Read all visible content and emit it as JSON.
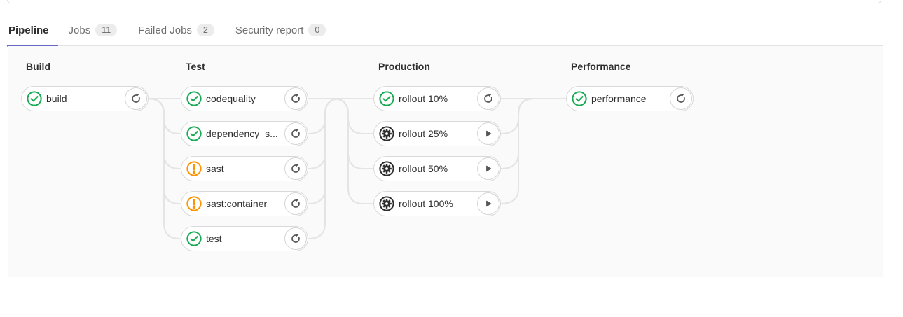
{
  "tabs": {
    "items": [
      {
        "label": "Pipeline",
        "badge": null,
        "active": true
      },
      {
        "label": "Jobs",
        "badge": "11",
        "active": false
      },
      {
        "label": "Failed Jobs",
        "badge": "2",
        "active": false
      },
      {
        "label": "Security report",
        "badge": "0",
        "active": false
      }
    ]
  },
  "pipeline": {
    "stages": [
      {
        "title": "Build",
        "jobs": [
          {
            "name": "build",
            "status": "success",
            "action": "retry"
          }
        ]
      },
      {
        "title": "Test",
        "jobs": [
          {
            "name": "codequality",
            "status": "success",
            "action": "retry"
          },
          {
            "name": "dependency_s...",
            "status": "success",
            "action": "retry"
          },
          {
            "name": "sast",
            "status": "warning",
            "action": "retry"
          },
          {
            "name": "sast:container",
            "status": "warning",
            "action": "retry"
          },
          {
            "name": "test",
            "status": "success",
            "action": "retry"
          }
        ]
      },
      {
        "title": "Production",
        "jobs": [
          {
            "name": "rollout 10%",
            "status": "success",
            "action": "retry"
          },
          {
            "name": "rollout 25%",
            "status": "manual",
            "action": "play"
          },
          {
            "name": "rollout 50%",
            "status": "manual",
            "action": "play"
          },
          {
            "name": "rollout 100%",
            "status": "manual",
            "action": "play"
          }
        ]
      },
      {
        "title": "Performance",
        "jobs": [
          {
            "name": "performance",
            "status": "success",
            "action": "retry"
          }
        ]
      }
    ]
  },
  "icons": {
    "success": "check-circle-icon",
    "warning": "exclamation-circle-icon",
    "manual": "gear-circle-icon",
    "retry": "retry-icon",
    "play": "play-icon"
  },
  "colors": {
    "accent_tab": "#6666c4",
    "success": "#1aaa55",
    "warning": "#fc9403",
    "manual": "#2e2e2e",
    "graph_background": "#fafafa"
  }
}
